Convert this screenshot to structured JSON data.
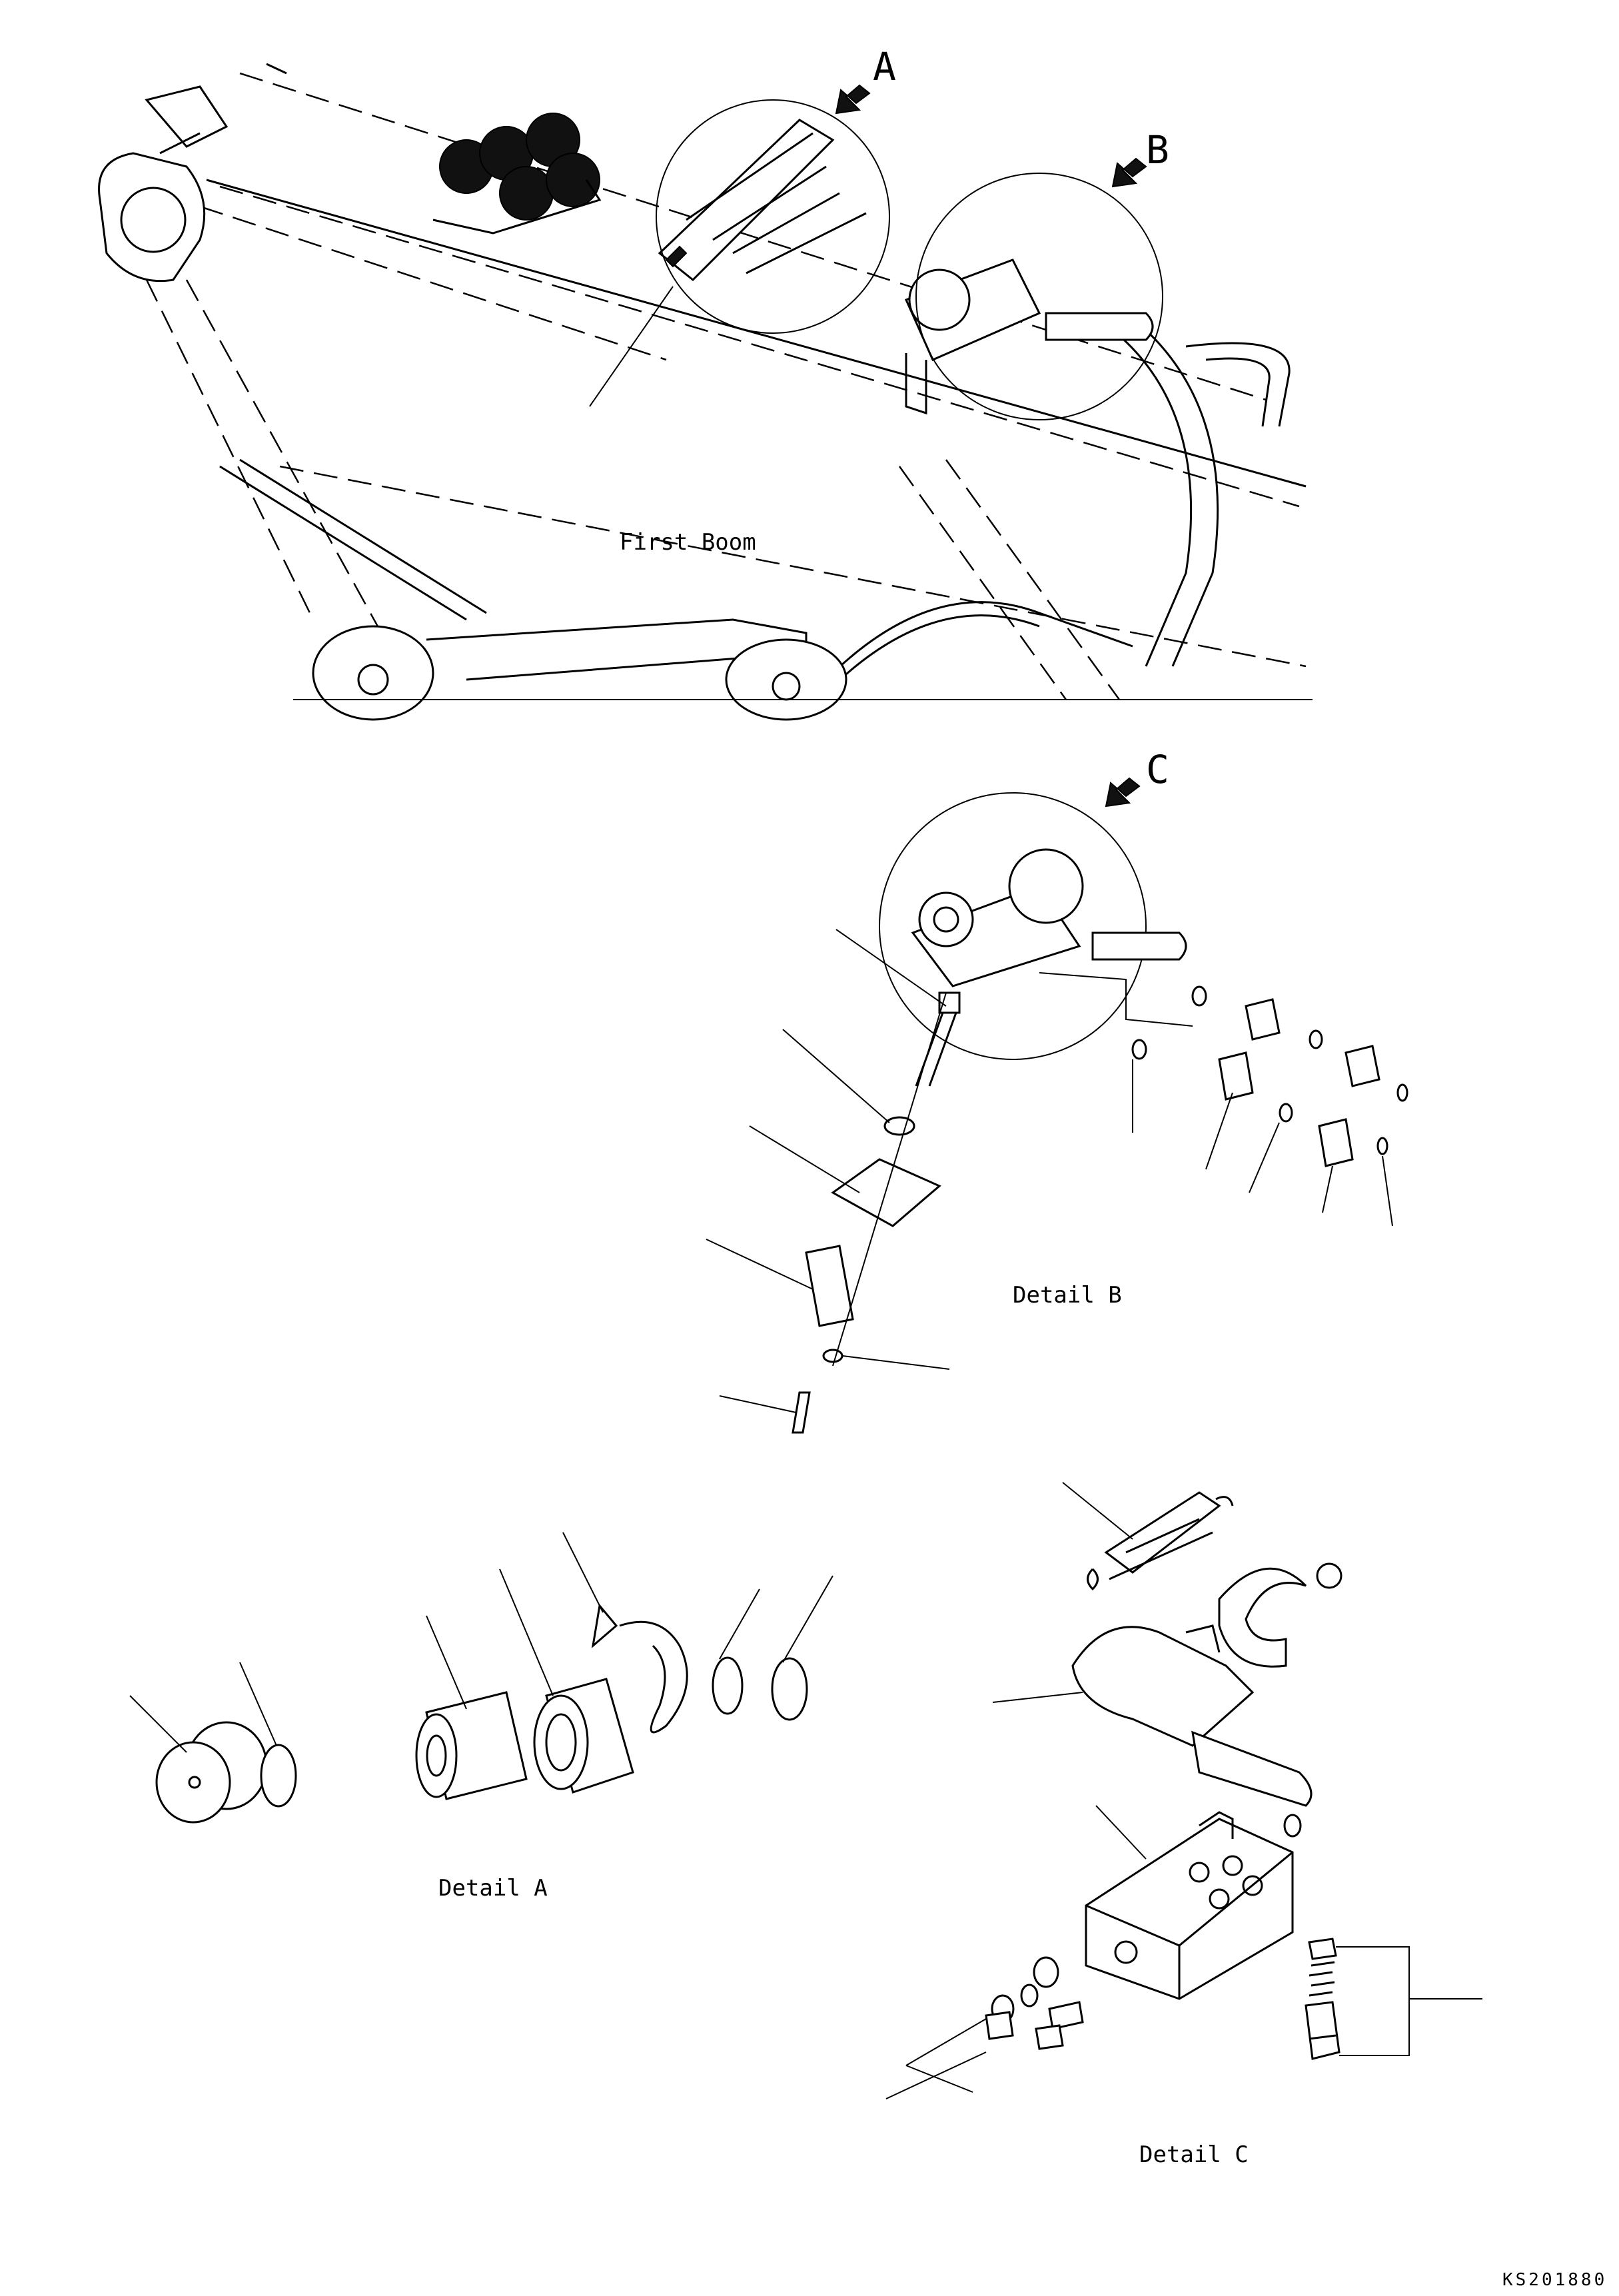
{
  "labels": {
    "view_a": "A",
    "view_b": "B",
    "view_c": "C",
    "first_boom": "First Boom",
    "detail_a": "Detail A",
    "detail_b": "Detail B",
    "detail_c": "Detail C",
    "drawing_code": "KS201880"
  }
}
